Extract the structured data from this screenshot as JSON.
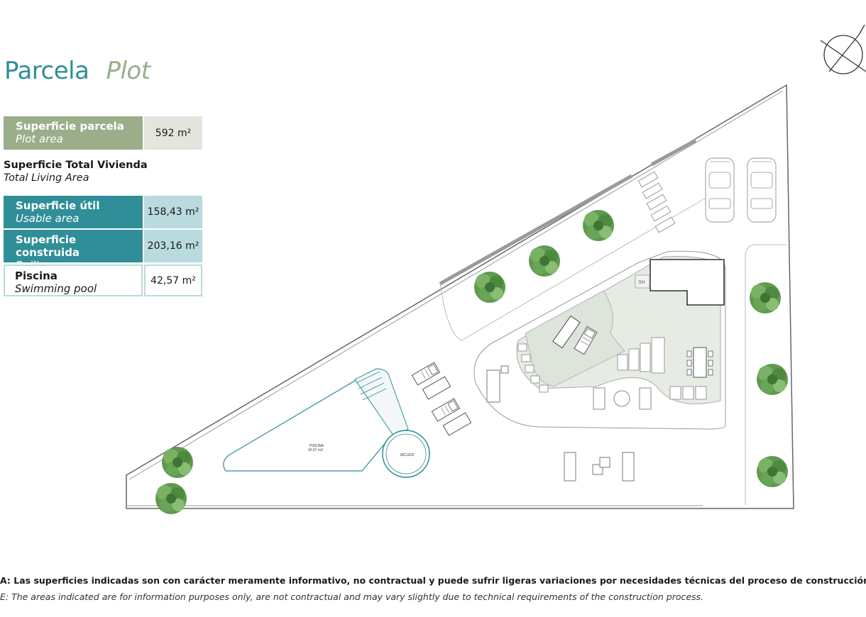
{
  "header": {
    "title_es": "Parcela",
    "title_en": "Plot"
  },
  "plot_area": {
    "label_es": "Superficie parcela",
    "label_en": "Plot area",
    "value": "592 m²"
  },
  "living_header": {
    "label_es": "Superficie Total Vivienda",
    "label_en": "Total Living Area"
  },
  "usable_area": {
    "label_es": "Superficie útil",
    "label_en": "Usable area",
    "value": "158,43 m²"
  },
  "built_area": {
    "label_es": "Superficie construida",
    "label_en": "Built area",
    "value": "203,16 m²"
  },
  "pool": {
    "label_es": "Piscina",
    "label_en": "Swimming pool",
    "value": "42,57 m²"
  },
  "plan": {
    "pool_label": "PISCINA",
    "pool_area": "42,57 m2",
    "jacuzzi_label": "JACUZZI",
    "shower_label": "SH"
  },
  "icons": [
    "compass-icon",
    "tree-icon",
    "car-icon",
    "sunbed-icon",
    "table-icon"
  ],
  "colors": {
    "teal": "#2f8e98",
    "sage": "#9aae8a",
    "light_teal": "#b9dade",
    "light_sage": "#e2e6dd",
    "terrace": "#e6ece3"
  },
  "notes": {
    "es": "A: Las superficies indicadas son con carácter meramente informativo, no contractual y puede sufrir ligeras variaciones por necesidades técnicas del proceso de construcción",
    "en": "E: The areas indicated are for information purposes only, are not contractual and may vary slightly due to technical requirements of the construction process."
  }
}
